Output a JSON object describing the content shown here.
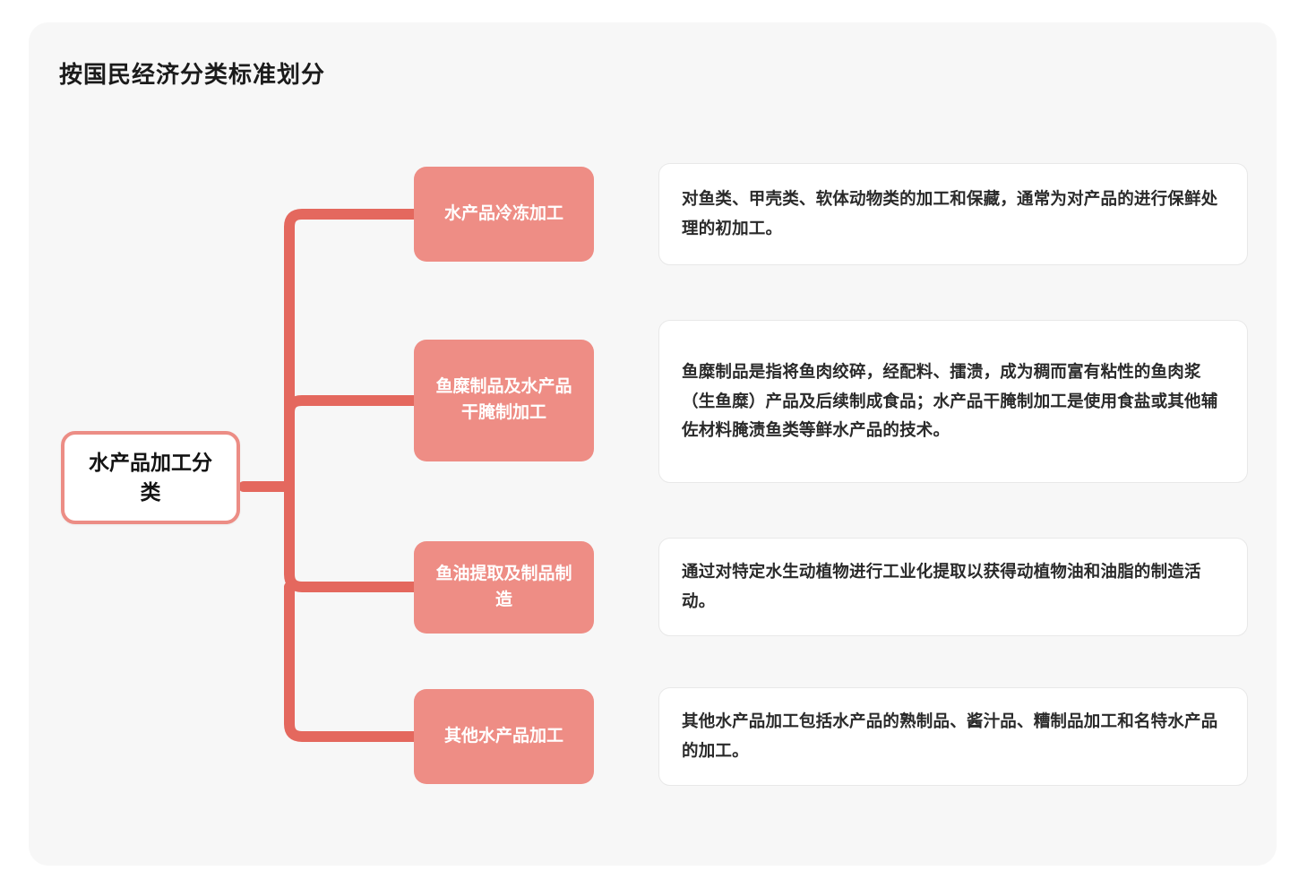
{
  "page": {
    "title": "按国民经济分类标准划分",
    "card_bg": "#F7F7F7",
    "accent": "#E4685E",
    "node_fill": "#EE8D85",
    "connector_light": "#F8D7D4"
  },
  "root": {
    "label": "水产品加工分类"
  },
  "branches": [
    {
      "label": "水产品冷冻加工",
      "description": "对鱼类、甲壳类、软体动物类的加工和保藏，通常为对产品的进行保鲜处理的初加工。"
    },
    {
      "label": "鱼糜制品及水产品干腌制加工",
      "description": "鱼糜制品是指将鱼肉绞碎，经配料、擂溃，成为稠而富有粘性的鱼肉浆（生鱼糜）产品及后续制成食品；水产品干腌制加工是使用食盐或其他辅佐材料腌渍鱼类等鲜水产品的技术。"
    },
    {
      "label": "鱼油提取及制品制造",
      "description": "通过对特定水生动植物进行工业化提取以获得动植物油和油脂的制造活动。"
    },
    {
      "label": "其他水产品加工",
      "description": "其他水产品加工包括水产品的熟制品、酱汁品、糟制品加工和名特水产品的加工。"
    }
  ]
}
